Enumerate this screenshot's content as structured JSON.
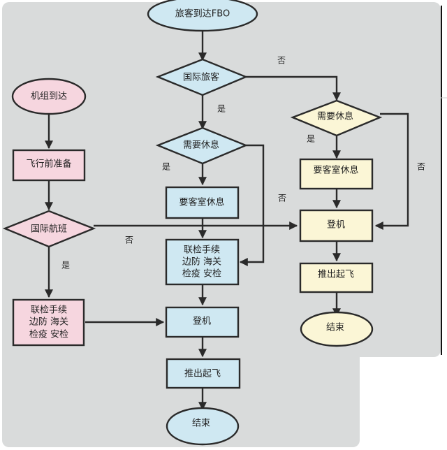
{
  "colors": {
    "background": "#d9dbdb",
    "crew_fill": "#f6d6df",
    "intl_fill": "#cfe8f2",
    "domestic_fill": "#fbf6d6",
    "line": "#2a2a2a"
  },
  "nodes": {
    "passenger_arrive": {
      "label": "旅客到达FBO",
      "shape": "ellipse",
      "lane": "intl"
    },
    "intl_passenger": {
      "label": "国际旅客",
      "shape": "diamond",
      "lane": "intl"
    },
    "intl_need_rest": {
      "label": "需要休息",
      "shape": "diamond",
      "lane": "intl"
    },
    "intl_lounge": {
      "label": "要客室休息",
      "shape": "rect",
      "lane": "intl"
    },
    "intl_checks": {
      "lines": [
        "联检手续",
        "边防 海关",
        "检疫 安检"
      ],
      "shape": "rect",
      "lane": "intl"
    },
    "intl_board": {
      "label": "登机",
      "shape": "rect",
      "lane": "intl"
    },
    "intl_pushback": {
      "label": "推出起飞",
      "shape": "rect",
      "lane": "intl"
    },
    "intl_end": {
      "label": "结束",
      "shape": "ellipse",
      "lane": "intl"
    },
    "crew_arrive": {
      "label": "机组到达",
      "shape": "ellipse",
      "lane": "crew"
    },
    "preflight": {
      "label": "飞行前准备",
      "shape": "rect",
      "lane": "crew"
    },
    "intl_flight": {
      "label": "国际航班",
      "shape": "diamond",
      "lane": "crew"
    },
    "crew_checks": {
      "lines": [
        "联检手续",
        "边防 海关",
        "检疫 安检"
      ],
      "shape": "rect",
      "lane": "crew"
    },
    "dom_need_rest": {
      "label": "需要休息",
      "shape": "diamond",
      "lane": "domestic"
    },
    "dom_lounge": {
      "label": "要客室休息",
      "shape": "rect",
      "lane": "domestic"
    },
    "dom_board": {
      "label": "登机",
      "shape": "rect",
      "lane": "domestic"
    },
    "dom_pushback": {
      "label": "推出起飞",
      "shape": "rect",
      "lane": "domestic"
    },
    "dom_end": {
      "label": "结束",
      "shape": "ellipse",
      "lane": "domestic"
    }
  },
  "edge_labels": {
    "intl_passenger_no": "否",
    "intl_passenger_yes": "是",
    "intl_rest_yes": "是",
    "intl_rest_no": "否",
    "dom_rest_yes": "是",
    "dom_rest_no": "否",
    "intl_flight_no": "否",
    "intl_flight_yes": "是"
  },
  "edges": [
    [
      "passenger_arrive",
      "intl_passenger",
      ""
    ],
    [
      "intl_passenger",
      "dom_need_rest",
      "否"
    ],
    [
      "intl_passenger",
      "intl_need_rest",
      "是"
    ],
    [
      "intl_need_rest",
      "intl_lounge",
      "是"
    ],
    [
      "intl_need_rest",
      "intl_checks",
      "否"
    ],
    [
      "intl_lounge",
      "intl_checks",
      ""
    ],
    [
      "intl_checks",
      "intl_board",
      ""
    ],
    [
      "intl_board",
      "intl_pushback",
      ""
    ],
    [
      "intl_pushback",
      "intl_end",
      ""
    ],
    [
      "crew_arrive",
      "preflight",
      ""
    ],
    [
      "preflight",
      "intl_flight",
      ""
    ],
    [
      "intl_flight",
      "dom_board",
      "否"
    ],
    [
      "intl_flight",
      "crew_checks",
      "是"
    ],
    [
      "crew_checks",
      "intl_board",
      ""
    ],
    [
      "dom_need_rest",
      "dom_lounge",
      "是"
    ],
    [
      "dom_need_rest",
      "dom_board",
      "否"
    ],
    [
      "dom_lounge",
      "dom_board",
      ""
    ],
    [
      "dom_board",
      "dom_pushback",
      ""
    ],
    [
      "dom_pushback",
      "dom_end",
      ""
    ]
  ]
}
